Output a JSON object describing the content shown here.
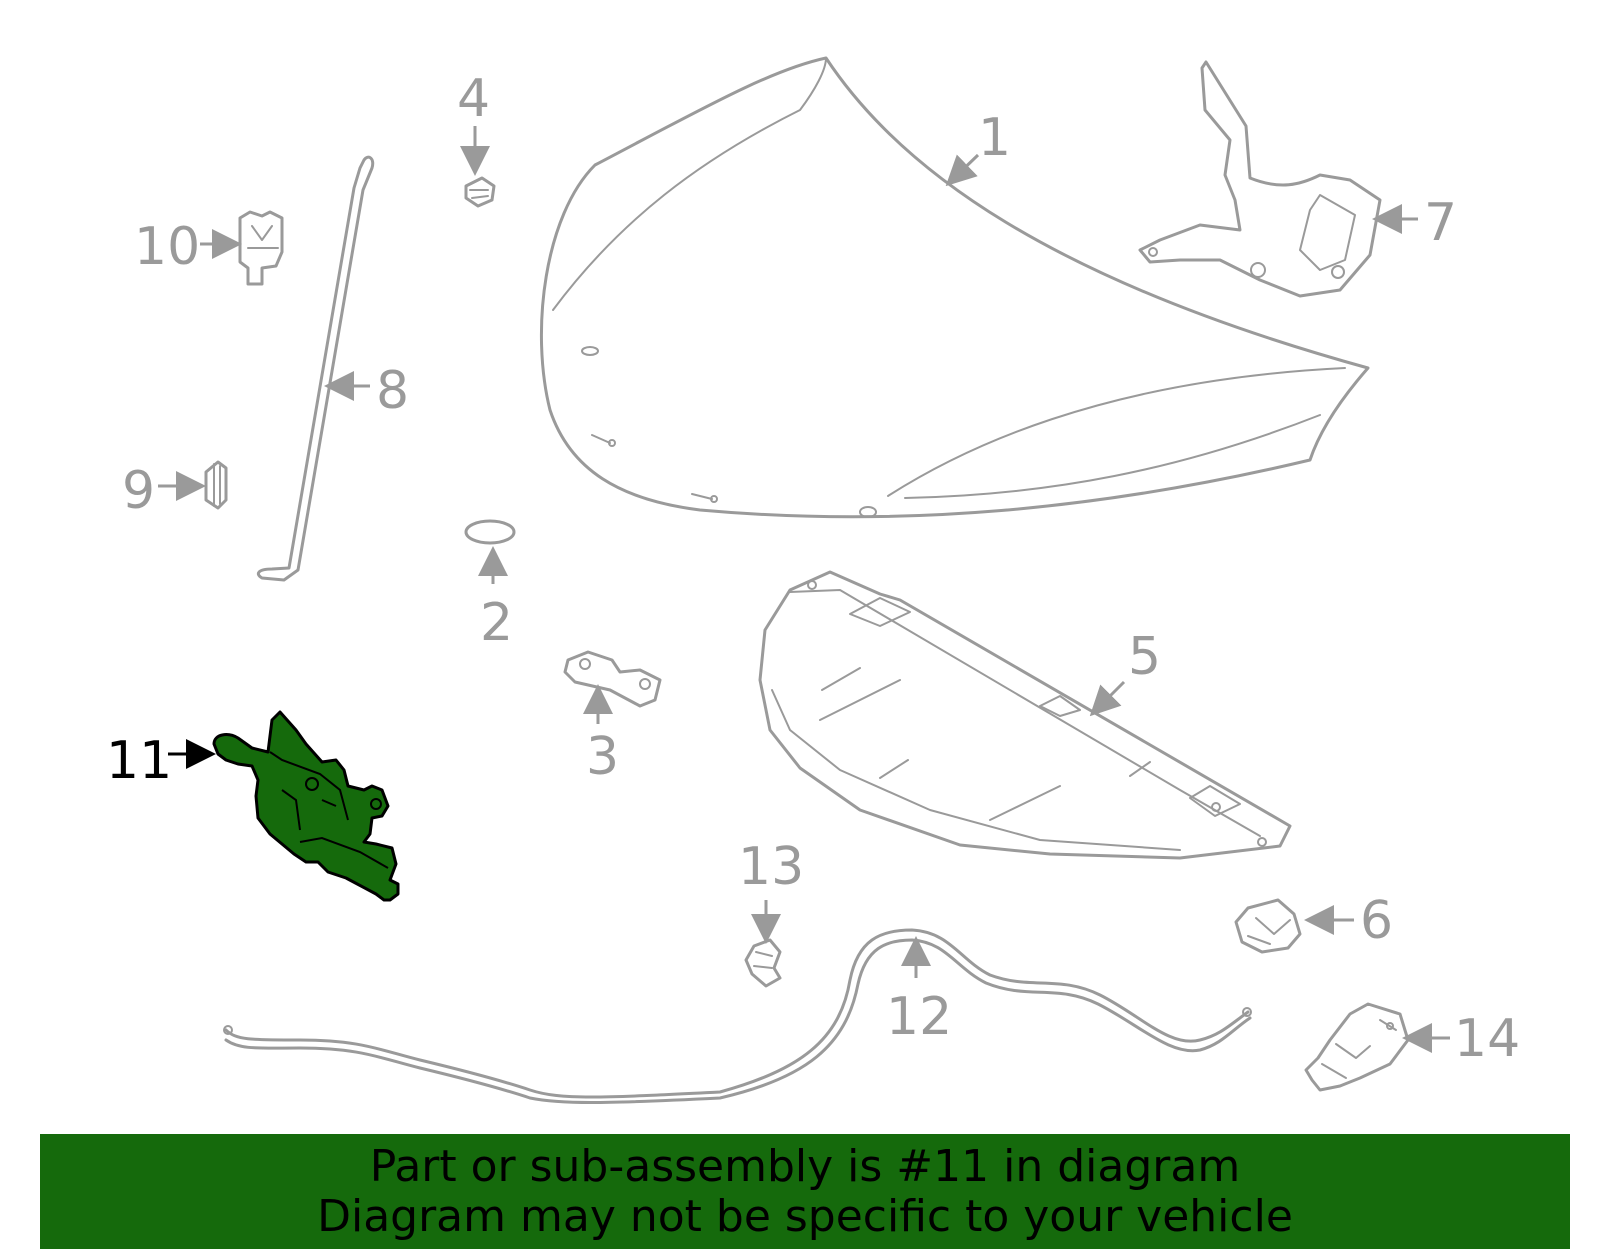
{
  "diagram": {
    "highlighted_callout": "11",
    "highlight_color": "#156a0c",
    "part_color": "#9a9a9a",
    "callouts": {
      "c1": "1",
      "c2": "2",
      "c3": "3",
      "c4": "4",
      "c5": "5",
      "c6": "6",
      "c7": "7",
      "c8": "8",
      "c9": "9",
      "c10": "10",
      "c11": "11",
      "c12": "12",
      "c13": "13",
      "c14": "14"
    }
  },
  "banner": {
    "line1": "Part or sub-assembly is #11 in diagram",
    "line2": "Diagram may not be specific to your vehicle",
    "background": "#156a0c"
  }
}
